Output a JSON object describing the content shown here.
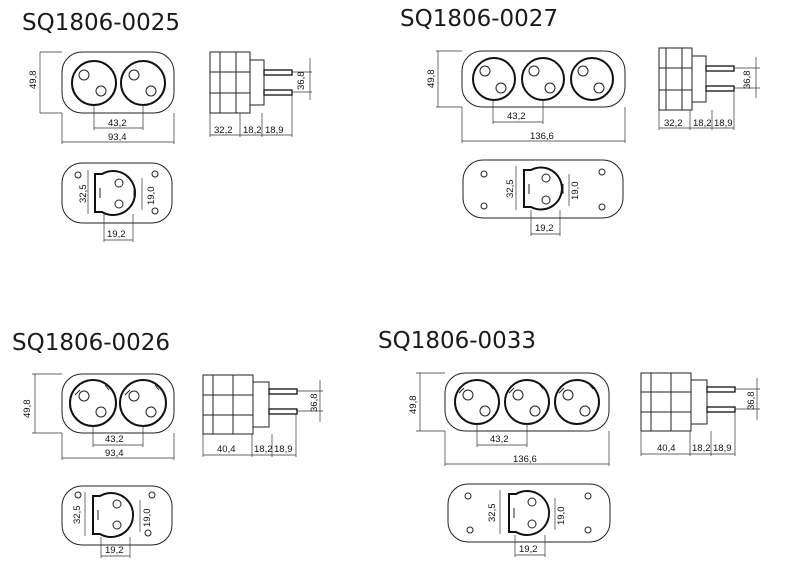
{
  "products": [
    {
      "code": "SQ1806-0025",
      "dims": {
        "height": "49,8",
        "pitch": "43,2",
        "length": "93,4",
        "depth1": "32,2",
        "depth2": "18,2",
        "depth3": "18,9",
        "pin_height": "36,8",
        "back_h": "32,5",
        "back_w": "19,0",
        "back_bottom": "19,2"
      }
    },
    {
      "code": "SQ1806-0027",
      "dims": {
        "height": "49,8",
        "pitch": "43,2",
        "length": "136,6",
        "depth1": "32,2",
        "depth2": "18,2",
        "depth3": "18,9",
        "pin_height": "36,8",
        "back_h": "32,5",
        "back_w": "19,0",
        "back_bottom": "19,2"
      }
    },
    {
      "code": "SQ1806-0026",
      "dims": {
        "height": "49,8",
        "pitch": "43,2",
        "length": "93,4",
        "depth1": "40,4",
        "depth2": "18,2",
        "depth3": "18,9",
        "pin_height": "36,8",
        "back_h": "32,5",
        "back_w": "19,0",
        "back_bottom": "19,2"
      }
    },
    {
      "code": "SQ1806-0033",
      "dims": {
        "height": "49,8",
        "pitch": "43,2",
        "length": "136,6",
        "depth1": "40,4",
        "depth2": "18,2",
        "depth3": "18,9",
        "pin_height": "36,8",
        "back_h": "32,5",
        "back_w": "19,0",
        "back_bottom": "19,2"
      }
    }
  ]
}
